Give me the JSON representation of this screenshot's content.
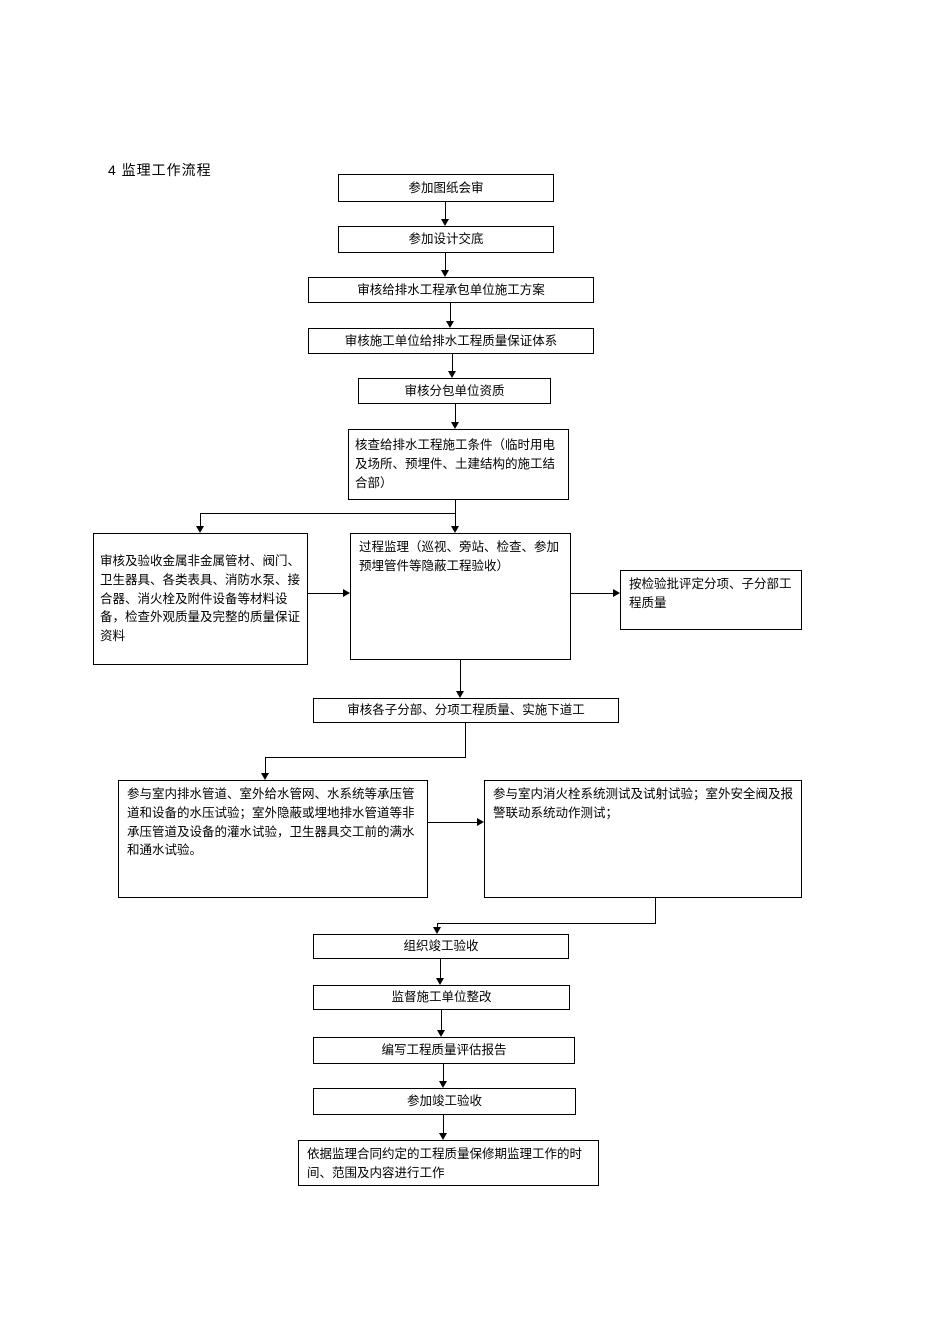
{
  "title": "4  监理工作流程",
  "flowchart": {
    "type": "flowchart",
    "nodes": [
      {
        "id": 1,
        "label": "参加图纸会审"
      },
      {
        "id": 2,
        "label": "参加设计交底"
      },
      {
        "id": 3,
        "label": "审核给排水工程承包单位施工方案"
      },
      {
        "id": 4,
        "label": "审核施工单位给排水工程质量保证体系"
      },
      {
        "id": 5,
        "label": "审核分包单位资质"
      },
      {
        "id": 6,
        "label": "核查给排水工程施工条件（临时用电及场所、预埋件、土建结构的施工结合部）"
      },
      {
        "id": 7,
        "label": "审核及验收金属非金属管材、阀门、卫生器具、各类表具、消防水泵、接合器、消火栓及附件设备等材料设备，检查外观质量及完整的质量保证资料"
      },
      {
        "id": 8,
        "label": "过程监理（巡视、旁站、检查、参加预埋管件等隐蔽工程验收）"
      },
      {
        "id": 9,
        "label": "按检验批评定分项、子分部工程质量"
      },
      {
        "id": 10,
        "label": "审核各子分部、分项工程质量、实施下道工"
      },
      {
        "id": 11,
        "label": "参与室内排水管道、室外给水管网、水系统等承压管道和设备的水压试验；室外隐蔽或埋地排水管道等非承压管道及设备的灌水试验，卫生器具交工前的满水和通水试验。"
      },
      {
        "id": 12,
        "label": "参与室内消火栓系统测试及试射试验；室外安全阀及报警联动系统动作测试；"
      },
      {
        "id": 13,
        "label": "组织竣工验收"
      },
      {
        "id": 14,
        "label": "监督施工单位整改"
      },
      {
        "id": 15,
        "label": "编写工程质量评估报告"
      },
      {
        "id": 16,
        "label": "参加竣工验收"
      },
      {
        "id": 17,
        "label": "依据监理合同约定的工程质量保修期监理工作的时间、范围及内容进行工作"
      }
    ],
    "edges": [
      "1->2",
      "2->3",
      "3->4",
      "4->5",
      "5->6",
      "6->7",
      "6->8",
      "7->8",
      "8->9",
      "8->10",
      "10->11",
      "11->12",
      "12->13",
      "13->14",
      "14->15",
      "15->16",
      "16->17"
    ],
    "colors": {
      "line": "#000000",
      "box_border": "#000000",
      "box_fill": "#ffffff",
      "text": "#000000",
      "page": "#ffffff"
    }
  }
}
